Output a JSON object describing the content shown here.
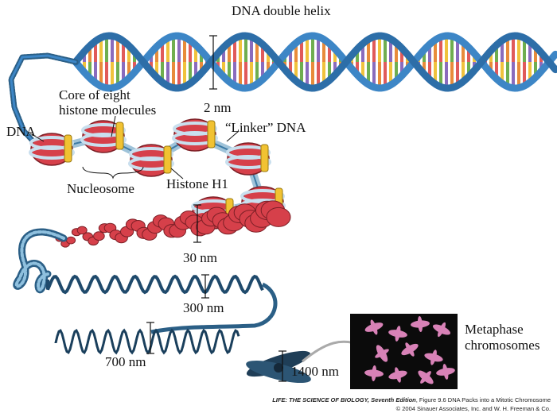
{
  "labels": {
    "dna_double_helix": "DNA double helix",
    "helix_width": "2 nm",
    "core_line1": "Core of eight",
    "core_line2": "histone molecules",
    "dna": "DNA",
    "linker_dna": "“Linker” DNA",
    "nucleosome": "Nucleosome",
    "histone_h1": "Histone H1",
    "fiber_30": "30 nm",
    "fiber_300": "300 nm",
    "fiber_700": "700 nm",
    "chromosome_1400": "1400 nm",
    "metaphase_line1": "Metaphase",
    "metaphase_line2": "chromosomes"
  },
  "credit": {
    "book_title": "LIFE: THE SCIENCE OF BIOLOGY, Seventh Edition",
    "figure": ", Figure 9.6 DNA Packs into a Mitotic Chromosome",
    "copyright": "© 2004 Sinauer Associates, Inc. and W. H. Freeman & Co."
  },
  "colors": {
    "backbone": "#3d86c6",
    "nucleosome": "#d6404a",
    "histone_h1": "#f1c232",
    "fiber": "#3a7fae",
    "chromosome": "#1f3e57",
    "micrograph_bg": "#0b0b0b",
    "micrograph_chromosomes": "#d882b7"
  }
}
